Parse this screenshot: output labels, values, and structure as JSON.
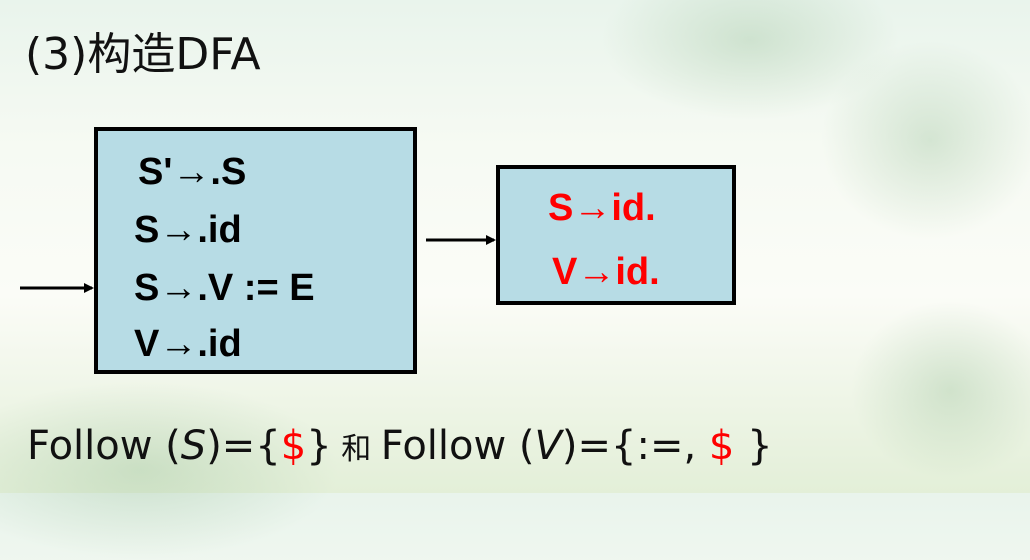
{
  "title": "(3)构造DFA",
  "state_0": {
    "items": [
      "S'→.S",
      "S→.id",
      "S→.V := E",
      "V→.id"
    ]
  },
  "state_1": {
    "items": [
      "S→id.",
      "V→id."
    ],
    "item_color": "#ff0000"
  },
  "follow": {
    "prefix1": "Follow (",
    "sym1": "S",
    "mid1": ")={",
    "dollar1": "$",
    "close1": "}",
    "and": " 和  ",
    "prefix2": "Follow (",
    "sym2": "V",
    "mid2": ")={:=, ",
    "dollar2": "$",
    "close2": " }"
  },
  "colors": {
    "box_fill": "#b7dce5",
    "highlight": "#ff0000"
  }
}
